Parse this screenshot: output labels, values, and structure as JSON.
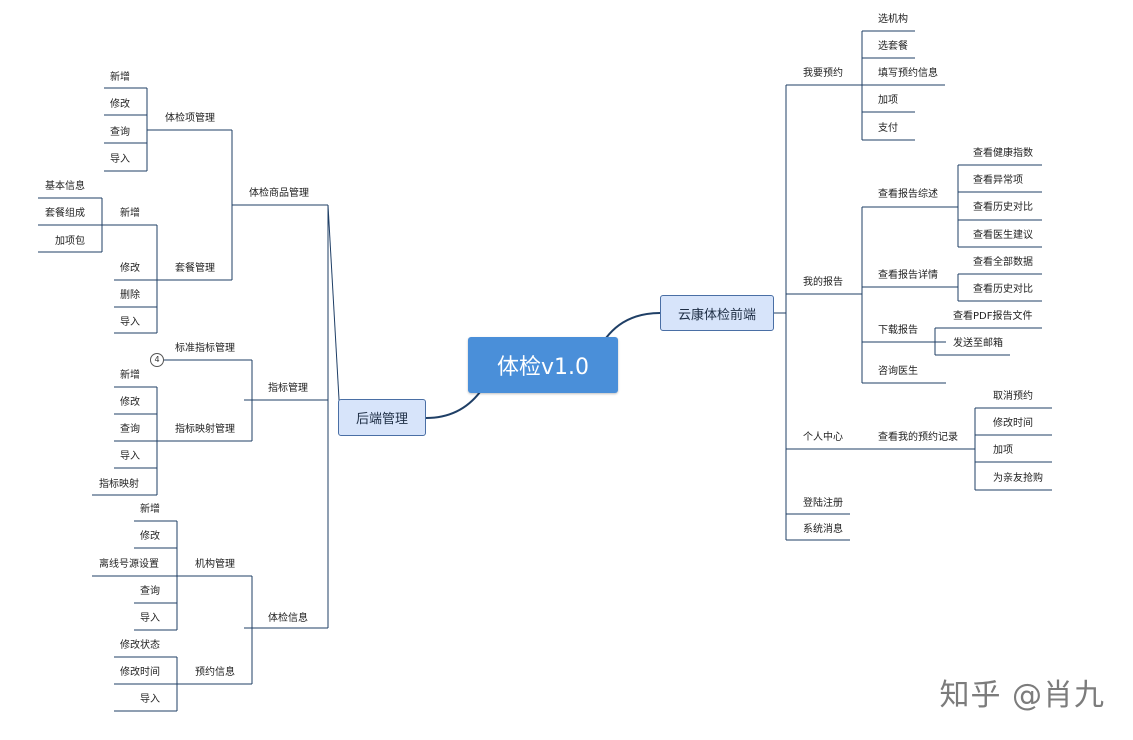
{
  "root": "体检v1.0",
  "backend": {
    "title": "后端管理",
    "groups": [
      {
        "label": "体检商品管理",
        "children": [
          {
            "label": "体检项管理",
            "children": [
              "新增",
              "修改",
              "查询",
              "导入"
            ]
          },
          {
            "label": "套餐管理",
            "children": [
              {
                "label": "新增",
                "children": [
                  "基本信息",
                  "套餐组成",
                  "加项包"
                ]
              },
              "修改",
              "删除",
              "导入"
            ]
          }
        ]
      },
      {
        "label": "指标管理",
        "children": [
          {
            "label": "标准指标管理",
            "badge": "4"
          },
          {
            "label": "指标映射管理",
            "children": [
              "新增",
              "修改",
              "查询",
              "导入",
              "指标映射"
            ]
          }
        ]
      },
      {
        "label": "体检信息",
        "children": [
          {
            "label": "机构管理",
            "children": [
              "新增",
              "修改",
              "离线号源设置",
              "查询",
              "导入"
            ]
          },
          {
            "label": "预约信息",
            "children": [
              "修改状态",
              "修改时间",
              "导入"
            ]
          }
        ]
      }
    ]
  },
  "frontend": {
    "title": "云康体检前端",
    "groups": [
      {
        "label": "我要预约",
        "children": [
          "选机构",
          "选套餐",
          "填写预约信息",
          "加项",
          "支付"
        ]
      },
      {
        "label": "我的报告",
        "children": [
          {
            "label": "查看报告综述",
            "children": [
              "查看健康指数",
              "查看异常项",
              "查看历史对比",
              "查看医生建议"
            ]
          },
          {
            "label": "查看报告详情",
            "children": [
              "查看全部数据",
              "查看历史对比"
            ]
          },
          {
            "label": "下载报告",
            "children": [
              "查看PDF报告文件",
              "发送至邮箱"
            ]
          },
          "咨询医生"
        ]
      },
      {
        "label": "个人中心",
        "children": [
          {
            "label": "查看我的预约记录",
            "children": [
              "取消预约",
              "修改时间",
              "加项",
              "为亲友抢购"
            ]
          }
        ]
      },
      "登陆注册",
      "系统消息"
    ]
  },
  "watermark": "知乎 @肖九",
  "colors": {
    "line": "#1f3f66",
    "box": "#d7e4fa",
    "root": "#4a8fd9"
  }
}
